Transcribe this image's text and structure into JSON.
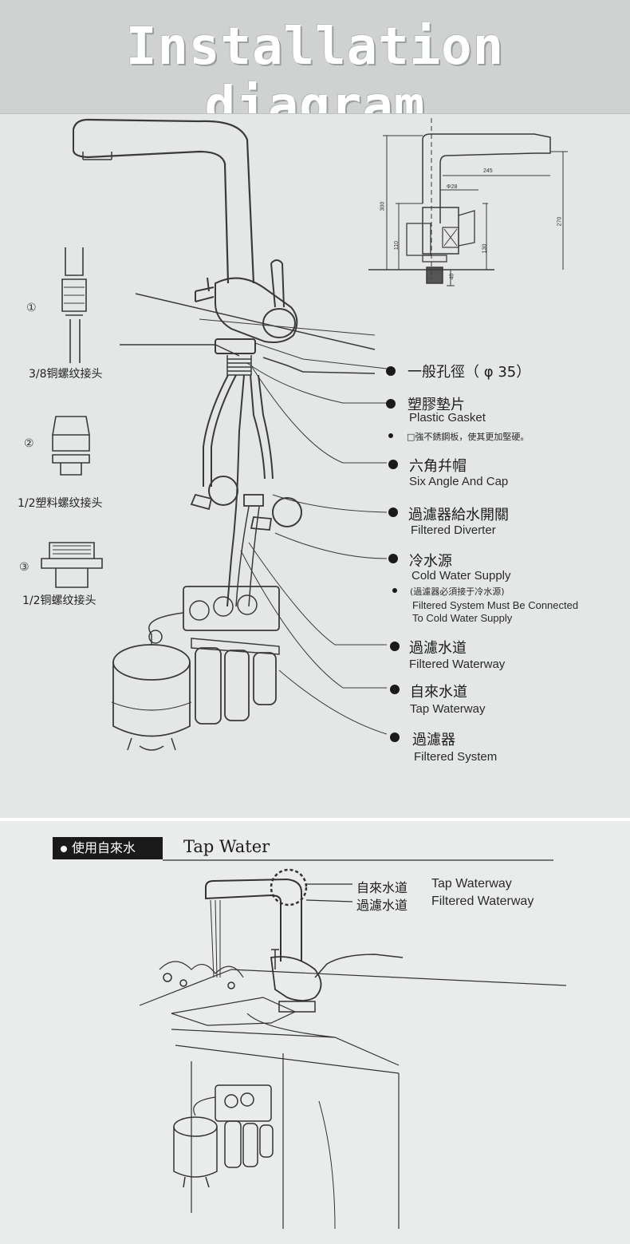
{
  "banner": {
    "title": "Installation diagram"
  },
  "connectors": [
    {
      "number": "①",
      "label": "3/8铜螺纹接头"
    },
    {
      "number": "②",
      "label": "1/2塑料螺纹接头"
    },
    {
      "number": "③",
      "label": "1/2铜螺纹接头"
    }
  ],
  "dimensions": [
    "300",
    "245",
    "Φ28",
    "110",
    "130",
    "270",
    "40"
  ],
  "callouts": [
    {
      "cn": "一般孔徑（ φ 35）",
      "en": ""
    },
    {
      "cn": "塑膠墊片",
      "en": "Plastic Gasket",
      "note": "□強不銹鋼板，使其更加堅硬。"
    },
    {
      "cn": "六角幷帽",
      "en": "Six Angle And Cap"
    },
    {
      "cn": "過濾器給水開關",
      "en": "Filtered Diverter"
    },
    {
      "cn": "冷水源",
      "en": "Cold Water Supply",
      "note_cn": "(過濾器必須接于冷水源)",
      "note_en1": "Filtered System Must Be Connected",
      "note_en2": "To Cold Water Supply"
    },
    {
      "cn": "過濾水道",
      "en": "Filtered Waterway"
    },
    {
      "cn": "自來水道",
      "en": "Tap Waterway"
    },
    {
      "cn": "過濾器",
      "en": "Filtered System"
    }
  ],
  "section2": {
    "tag": "使用自來水",
    "title": "Tap Water",
    "labels": [
      {
        "cn": "自來水道",
        "en": "Tap Waterway"
      },
      {
        "cn": "過濾水道",
        "en": "Filtered Waterway"
      }
    ]
  }
}
